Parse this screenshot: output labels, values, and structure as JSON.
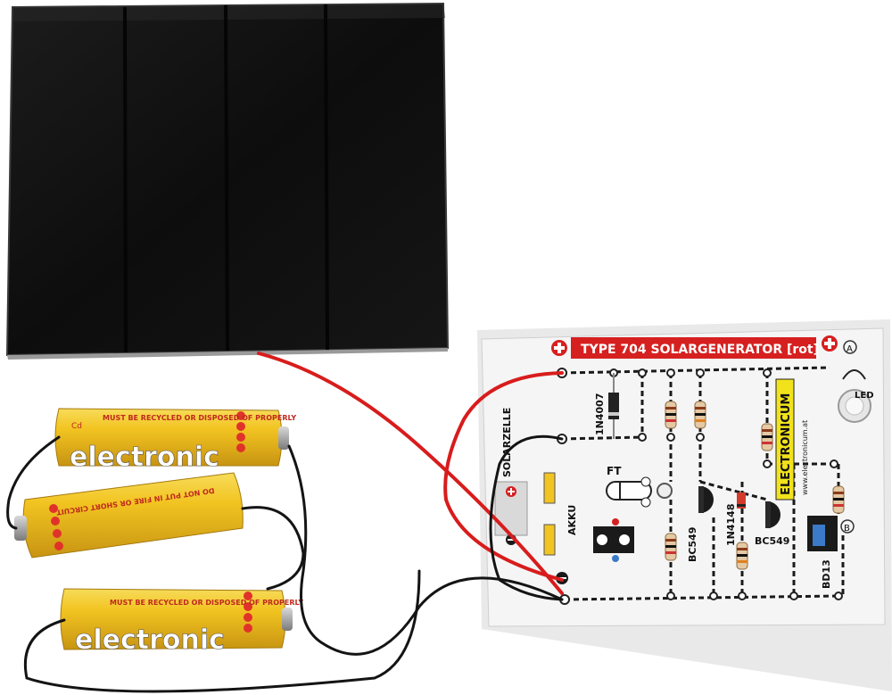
{
  "board": {
    "title": "TYPE 704  SOLARGENERATOR [rot]",
    "brand": "ELECTRONICUM",
    "website": "www.electronicum.at",
    "labels": {
      "solar_cell": "SOLARZELLE",
      "battery": "AKKU",
      "ft": "FT",
      "diode1": "1N4007",
      "diode2": "1N4148",
      "transistor1": "BC549",
      "transistor2": "BC549",
      "power_transistor": "BD13",
      "led": "LED",
      "point_a": "A",
      "point_b": "B"
    }
  },
  "batteries": {
    "brand": "electronic",
    "warning_recycle": "MUST BE RECYCLED OR DISPOSED OF PROPERLY",
    "warning_fire": "DO NOT PUT IN FIRE OR SHORT CIRCUIT",
    "type_code": "Cd"
  },
  "colors": {
    "solar_panel": "#101010",
    "battery_yellow": "#f2c421",
    "battery_red": "#e0322a",
    "wire_red": "#d81c1c",
    "wire_black": "#141414",
    "board_bg": "#f4f4f4",
    "title_red": "#d62020",
    "brand_yellow": "#f1e21c"
  }
}
